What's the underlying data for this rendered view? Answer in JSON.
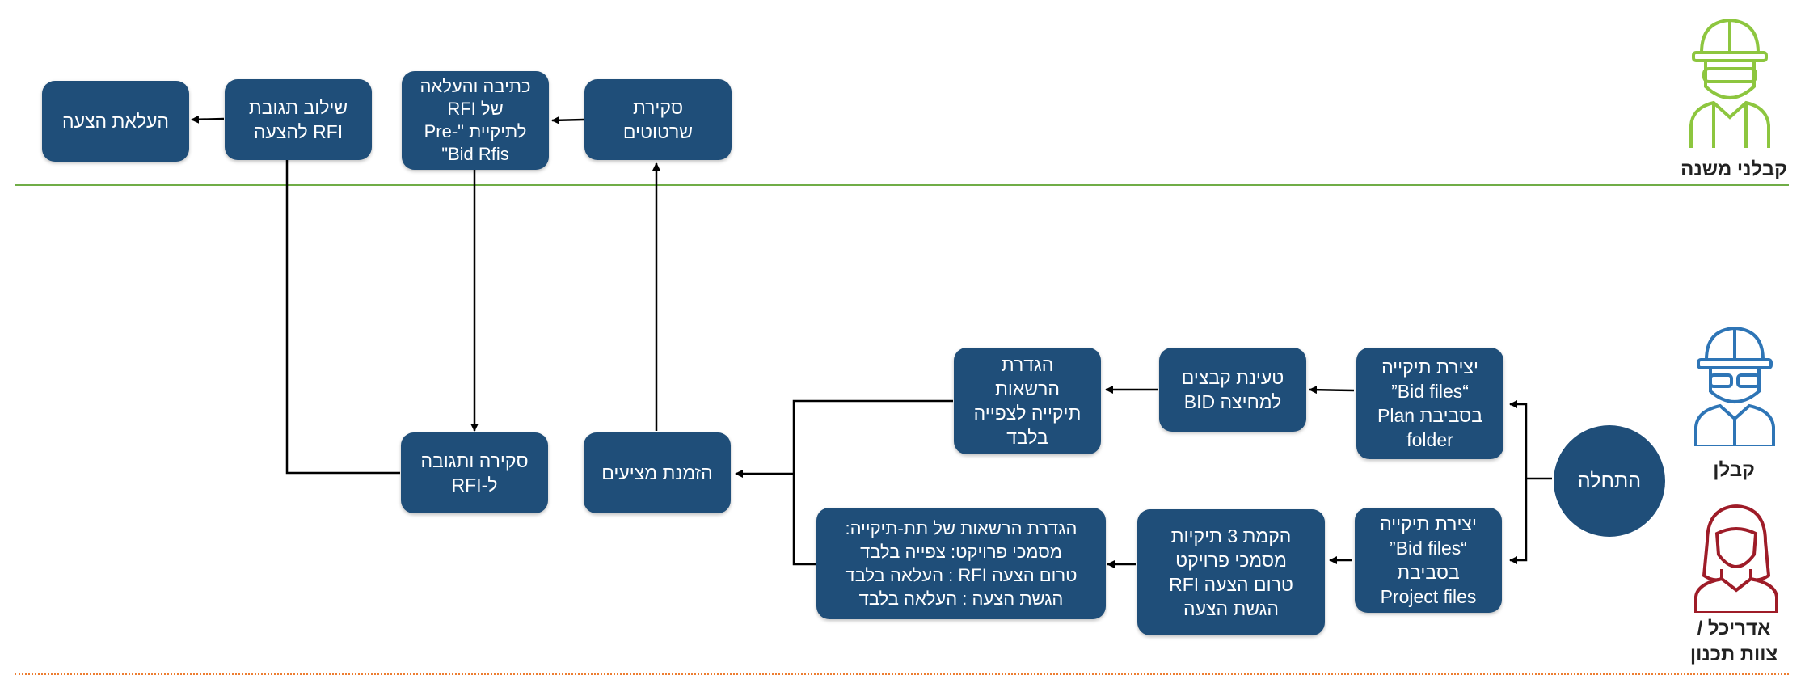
{
  "roles": {
    "subcontractors": "קבלני משנה",
    "contractor": "קבלן",
    "architect": "אדריכל /\nצוות תכנון"
  },
  "icons": {
    "subcontractor": "hardhat-worker-green-icon",
    "contractor": "hardhat-worker-blue-icon",
    "architect": "woman-red-icon"
  },
  "colors": {
    "box": "#1f4e79",
    "sub_lane_line": "#70ad47",
    "bottom_line": "#ed7d31",
    "sub_icon": "#8dc63f",
    "contractor_icon": "#2e75b6",
    "architect_icon": "#9e1c28"
  },
  "nodes": {
    "start": "התחלה",
    "create_plan_folder": "יצירת תיקייה\n“Bid files”\nבסביבת  Plan\nfolder",
    "create_project_folder": "יצירת תיקייה\n“Bid files”\nבסביבת\nProject files",
    "upload_bid_files": "טעינת קבצים\nלמחיצה BID",
    "set_view_permissions": "הגדרת\nהרשאות\nתיקייה לצפייה\nבלבד",
    "create_3_folders": "הקמת 3 תיקיות\nמסמכי פרויקט\nטרום הצעה RFI\nהגשת הצעה",
    "set_sub_permissions": "הגדרת הרשאות של תת-תיקייה:\nמסמכי פרויקט: צפייה בלבד\nטרום הצעה RFI : העלאה בלבד\nהגשת הצעה  : העלאה בלבד",
    "invite_bidders": "הזמנת מציעים",
    "review_rfi": "סקירה ותגובה\nל-RFI",
    "review_drawings": "סקירת\nשרטוטים",
    "write_rfi": "כתיבה והעלאה\nשל  RFI\nלתיקיית \"-Pre\nBid Rfis\"",
    "integrate_rfi": "שילוב תגובת\nRFI להצעה",
    "upload_bid": "העלאת הצעה"
  }
}
